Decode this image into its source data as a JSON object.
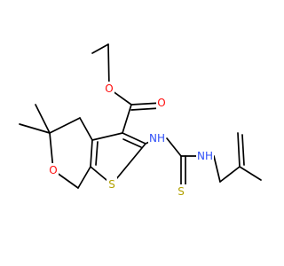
{
  "colors": {
    "bond": "#000000",
    "oxygen": "#ff0d0d",
    "sulfur": "#b2a100",
    "nitrogen": "#3050f8",
    "background": "#ffffff"
  },
  "atom_labels": {
    "ester_carbonyl_oxygen": "O",
    "ester_ether_oxygen": "O",
    "pyran_oxygen": "O",
    "thiophene_sulfur": "S",
    "amine_nitrogen_1": "NH",
    "amine_nitrogen_2": "NH",
    "thiocarbonyl_sulfur": "S"
  }
}
